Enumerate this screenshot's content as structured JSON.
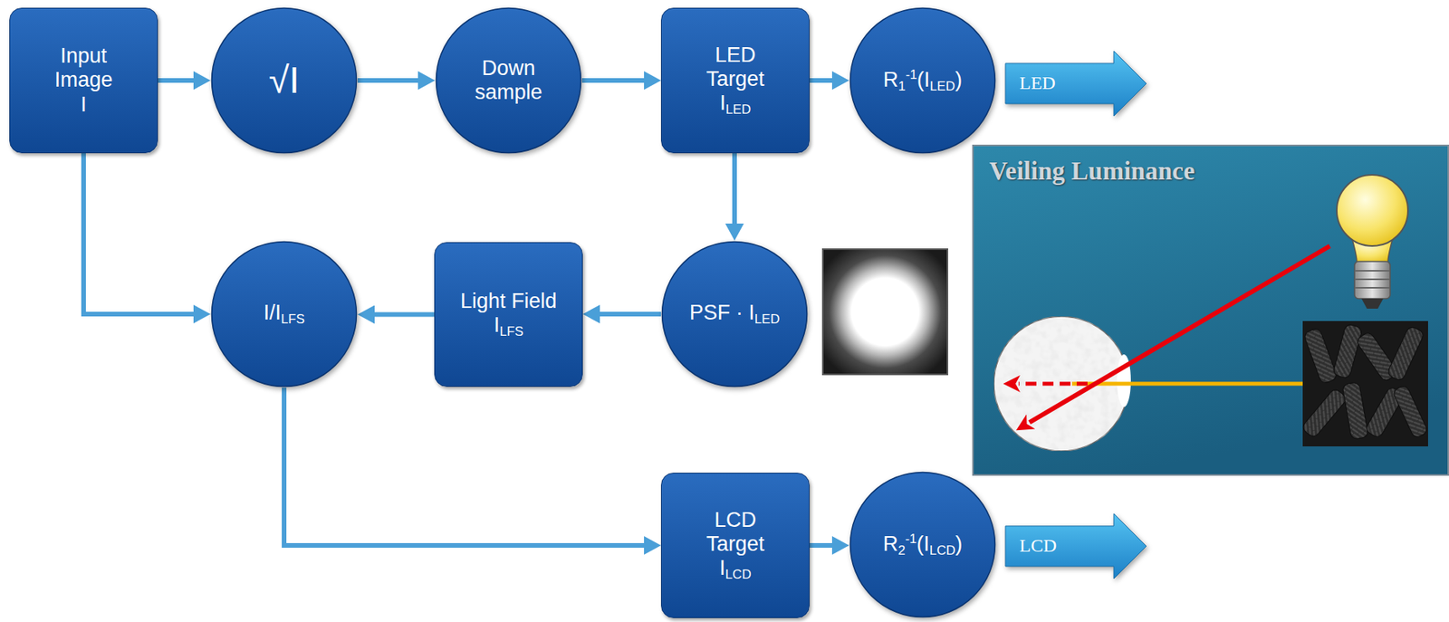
{
  "diagram": {
    "nodes": [
      {
        "text": [
          "Input Image I"
        ]
      },
      {
        "text": [
          "√I"
        ]
      },
      {
        "text": [
          "Down sample"
        ]
      },
      {
        "text": [
          "LED Target",
          "I",
          "LED"
        ]
      },
      {
        "text": [
          "R",
          "1",
          "-1",
          "(I",
          "LED",
          ")"
        ]
      },
      {
        "text": [
          "LED"
        ]
      },
      {
        "text": [
          "Veiling Luminance"
        ]
      },
      {
        "text": [
          "I/I",
          "LFS"
        ]
      },
      {
        "text": [
          "Light Field",
          "I",
          "LFS"
        ]
      },
      {
        "text": [
          "PSF · I",
          "LED"
        ]
      },
      {
        "text": [
          "LCD Target",
          "I",
          "LCD"
        ]
      },
      {
        "text": [
          "R",
          "2",
          "-1",
          "(I",
          "LCD",
          ")"
        ]
      },
      {
        "text": [
          "LCD"
        ]
      }
    ],
    "edges": [
      {
        "from": 0,
        "to": 1,
        "arrow": "to"
      },
      {
        "from": 1,
        "to": 2,
        "arrow": "to"
      },
      {
        "from": 2,
        "to": 3,
        "arrow": "to"
      },
      {
        "from": 3,
        "to": 4,
        "arrow": "to"
      },
      {
        "from": 3,
        "to": 9,
        "arrow": "to"
      },
      {
        "from": 9,
        "to": 8,
        "arrow": "to"
      },
      {
        "from": 8,
        "to": 7,
        "arrow": "to"
      },
      {
        "from": 0,
        "to": 7,
        "arrow": "to"
      },
      {
        "from": 7,
        "to": 10,
        "arrow": "to"
      },
      {
        "from": 10,
        "to": 11,
        "arrow": "to"
      }
    ]
  }
}
